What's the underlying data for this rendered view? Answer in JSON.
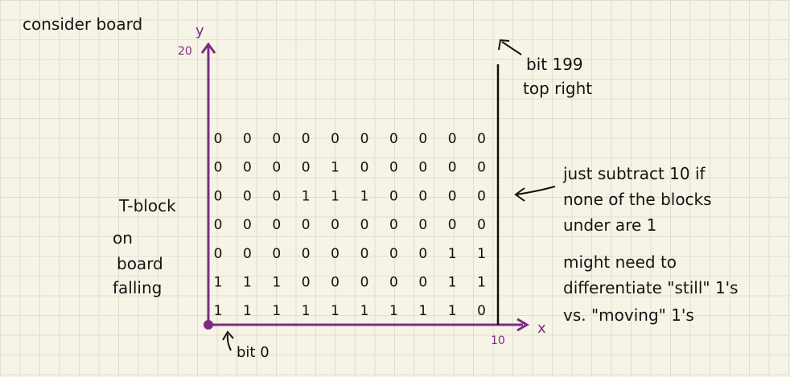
{
  "title": "consider board",
  "axes": {
    "y_label": "y",
    "y_max": "20",
    "x_label": "x",
    "x_max": "10"
  },
  "board_rows": [
    [
      "0",
      "0",
      "0",
      "0",
      "0",
      "0",
      "0",
      "0",
      "0",
      "0"
    ],
    [
      "0",
      "0",
      "0",
      "0",
      "1",
      "0",
      "0",
      "0",
      "0",
      "0"
    ],
    [
      "0",
      "0",
      "0",
      "1",
      "1",
      "1",
      "0",
      "0",
      "0",
      "0"
    ],
    [
      "0",
      "0",
      "0",
      "0",
      "0",
      "0",
      "0",
      "0",
      "0",
      "0"
    ],
    [
      "0",
      "0",
      "0",
      "0",
      "0",
      "0",
      "0",
      "0",
      "1",
      "1"
    ],
    [
      "1",
      "1",
      "1",
      "0",
      "0",
      "0",
      "0",
      "0",
      "1",
      "1"
    ],
    [
      "1",
      "1",
      "1",
      "1",
      "1",
      "1",
      "1",
      "1",
      "1",
      "0"
    ]
  ],
  "left_note": {
    "line1": "T-block",
    "line2": "on",
    "line3": "board",
    "line4": "falling"
  },
  "bit_top": {
    "line1": "bit 199",
    "line2": "top right"
  },
  "bit_bottom": "bit 0",
  "right_note": {
    "line1": "just subtract 10 if",
    "line2": "none of the blocks",
    "line3": "under are 1",
    "line4": "might need to",
    "line5": "differentiate \"still\" 1's",
    "line6": "vs. \"moving\" 1's"
  },
  "colors": {
    "axis": "#7d2a86",
    "ink": "#111111",
    "paper": "#f6f4e6"
  }
}
